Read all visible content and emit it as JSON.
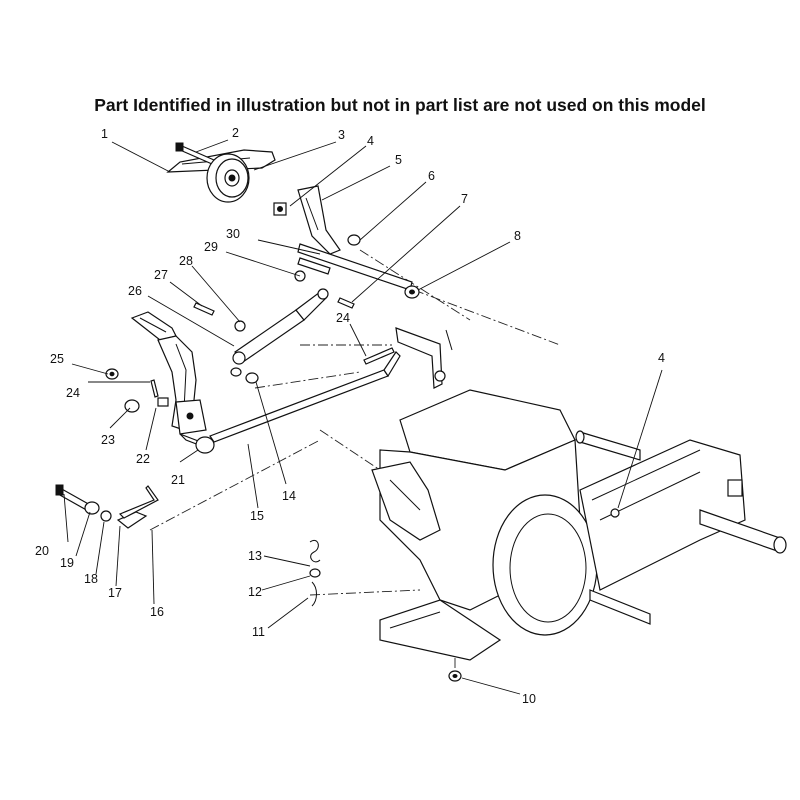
{
  "heading": "Part Identified in illustration but not in part list are not used on this model",
  "callouts": [
    {
      "num": "1"
    },
    {
      "num": "2"
    },
    {
      "num": "3"
    },
    {
      "num": "4"
    },
    {
      "num": "5"
    },
    {
      "num": "6"
    },
    {
      "num": "7"
    },
    {
      "num": "8"
    },
    {
      "num": "30"
    },
    {
      "num": "29"
    },
    {
      "num": "28"
    },
    {
      "num": "27"
    },
    {
      "num": "26"
    },
    {
      "num": "24"
    },
    {
      "num": "25"
    },
    {
      "num": "24"
    },
    {
      "num": "23"
    },
    {
      "num": "22"
    },
    {
      "num": "21"
    },
    {
      "num": "14"
    },
    {
      "num": "15"
    },
    {
      "num": "4"
    },
    {
      "num": "20"
    },
    {
      "num": "19"
    },
    {
      "num": "18"
    },
    {
      "num": "17"
    },
    {
      "num": "16"
    },
    {
      "num": "13"
    },
    {
      "num": "12"
    },
    {
      "num": "11"
    },
    {
      "num": "10"
    }
  ]
}
